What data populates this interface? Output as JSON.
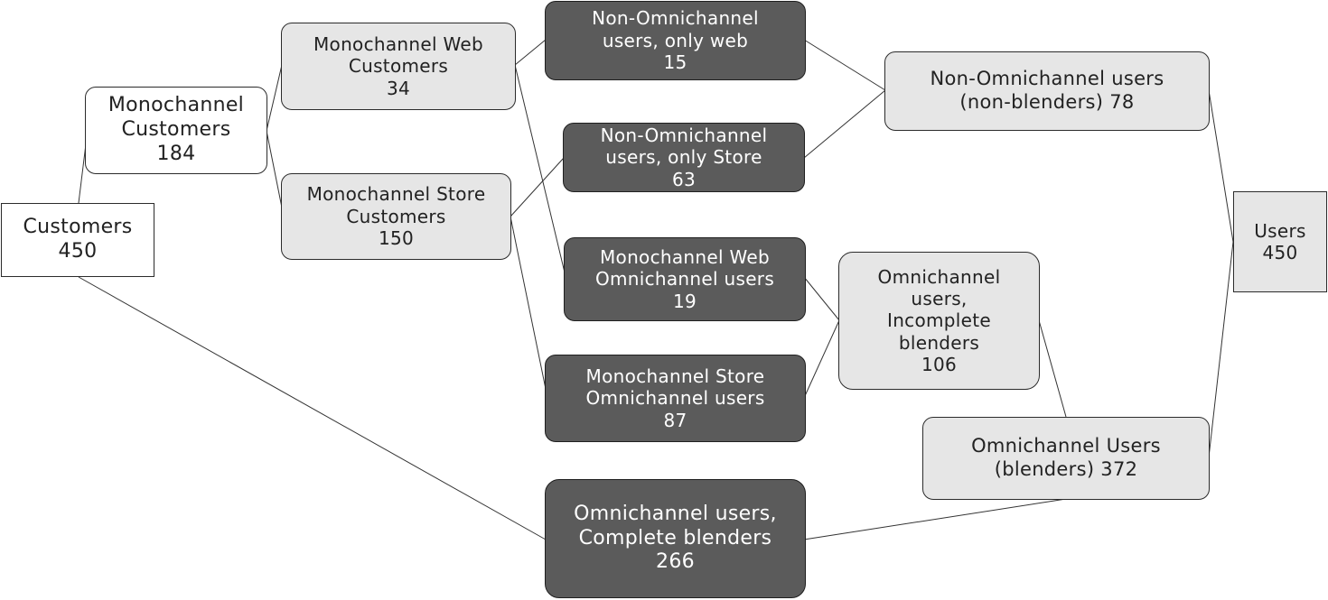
{
  "nodes": {
    "customers": {
      "label": "Customers\n450"
    },
    "monochannel_customers": {
      "label": "Monochannel\nCustomers\n184"
    },
    "monochannel_web_customers": {
      "label": "Monochannel Web\nCustomers\n34"
    },
    "monochannel_store_customers": {
      "label": "Monochannel Store\nCustomers\n150"
    },
    "non_omni_only_web": {
      "label": "Non-Omnichannel\nusers, only web\n15"
    },
    "non_omni_only_store": {
      "label": "Non-Omnichannel\nusers, only Store\n63"
    },
    "mono_web_omni": {
      "label": "Monochannel Web\nOmnichannel users\n19"
    },
    "mono_store_omni": {
      "label": "Monochannel Store\nOmnichannel users\n87"
    },
    "omni_complete": {
      "label": "Omnichannel users,\nComplete blenders\n266"
    },
    "non_omni_users": {
      "label": "Non-Omnichannel users\n(non-blenders) 78"
    },
    "omni_incomplete": {
      "label": "Omnichannel\nusers,\nIncomplete\nblenders\n106"
    },
    "omni_users": {
      "label": "Omnichannel Users\n(blenders) 372"
    },
    "users": {
      "label": "Users\n450"
    }
  },
  "colors": {
    "line": "#333333",
    "white_fill": "#ffffff",
    "light_fill": "#e6e6e6",
    "dark_fill": "#5b5b5b",
    "dark_text": "#ffffff",
    "text": "#222222"
  }
}
